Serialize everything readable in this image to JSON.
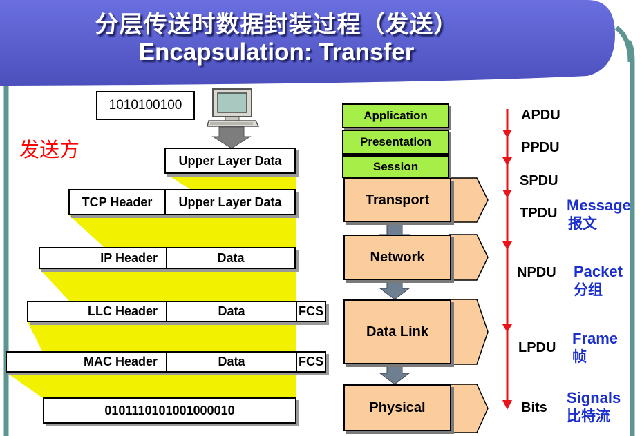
{
  "title": {
    "zh": "分层传送时数据封装过程（发送）",
    "en": "Encapsulation:  Transfer"
  },
  "sender_label": "发送方",
  "binary_top": "1010100100",
  "computer_icon": "computer-icon",
  "frames": {
    "upper": {
      "data": "Upper Layer Data"
    },
    "tcp": {
      "header": "TCP Header",
      "data": "Upper Layer Data"
    },
    "ip": {
      "header": "IP Header",
      "data": "Data"
    },
    "llc": {
      "header": "LLC Header",
      "data": "Data",
      "trailer": "FCS"
    },
    "mac": {
      "header": "MAC Header",
      "data": "Data",
      "trailer": "FCS"
    },
    "bits": "0101110101001000010"
  },
  "layers": {
    "application": "Application",
    "presentation": "Presentation",
    "session": "Session",
    "transport": "Transport",
    "network": "Network",
    "data_link": "Data Link",
    "physical": "Physical"
  },
  "pdus": {
    "apdu": "APDU",
    "ppdu": "PPDU",
    "spdu": "SPDU",
    "tpdu": "TPDU",
    "npdu": "NPDU",
    "lpdu": "LPDU",
    "bits": "Bits"
  },
  "units": {
    "message": {
      "en": "Message",
      "zh": "报文"
    },
    "packet": {
      "en": "Packet",
      "zh": "分组"
    },
    "frame": {
      "en": "Frame",
      "zh": "帧"
    },
    "signals": {
      "en": "Signals",
      "zh": "比特流"
    }
  },
  "colors": {
    "title_band": "#5a5fd0",
    "frame_border": "#5d9590",
    "funnel": "#f2f200",
    "upper_layers": "#a6ee48",
    "lower_layers": "#fbcd9d",
    "pdu_arrow": "#e8141a",
    "unit_text": "#1a2fcc",
    "sender_text": "#ff0000"
  }
}
